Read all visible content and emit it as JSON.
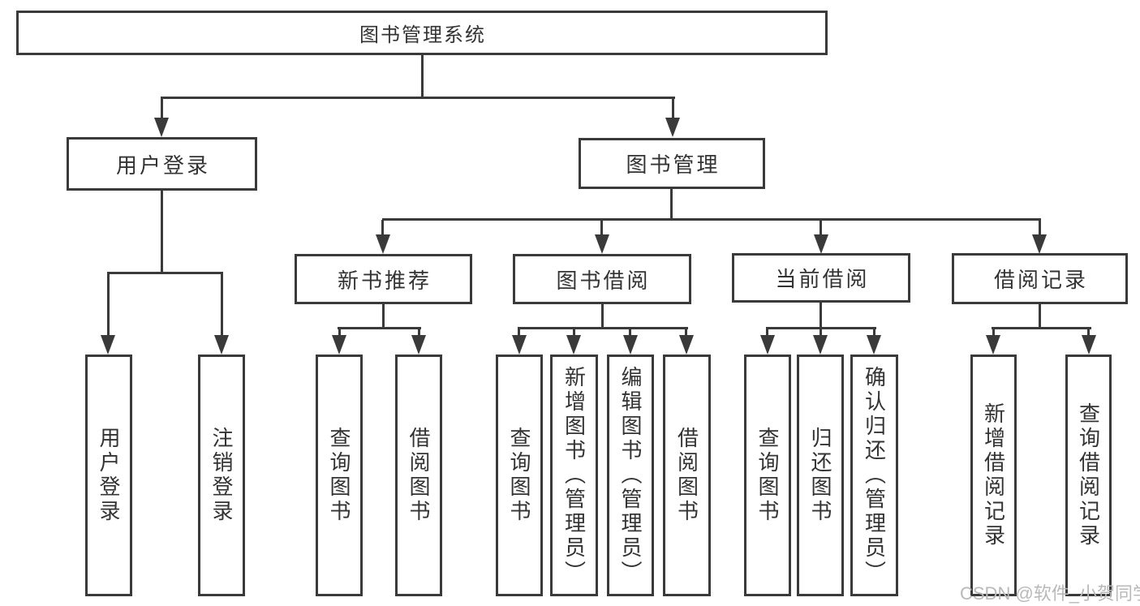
{
  "diagram": {
    "colors": {
      "line": "#3a3a3a",
      "text": "#333333",
      "background": "#ffffff",
      "watermark": "#b9b9b9"
    },
    "root": {
      "label": "图书管理系统"
    },
    "level2": [
      {
        "label": "用户登录"
      },
      {
        "label": "图书管理"
      }
    ],
    "level3": [
      {
        "label": "新书推荐"
      },
      {
        "label": "图书借阅"
      },
      {
        "label": "当前借阅"
      },
      {
        "label": "借阅记录"
      }
    ],
    "leaves": {
      "user": [
        "用户登录",
        "注销登录"
      ],
      "recommend": [
        "查询图书",
        "借阅图书"
      ],
      "borrow": [
        "查询图书",
        "新增图书（管理员）",
        "编辑图书（管理员）",
        "借阅图书"
      ],
      "current": [
        "查询图书",
        "归还图书",
        "确认归还（管理员）"
      ],
      "records": [
        "新增借阅记录",
        "查询借阅记录"
      ]
    },
    "watermark": "CSDN @软件_小贺同学"
  }
}
